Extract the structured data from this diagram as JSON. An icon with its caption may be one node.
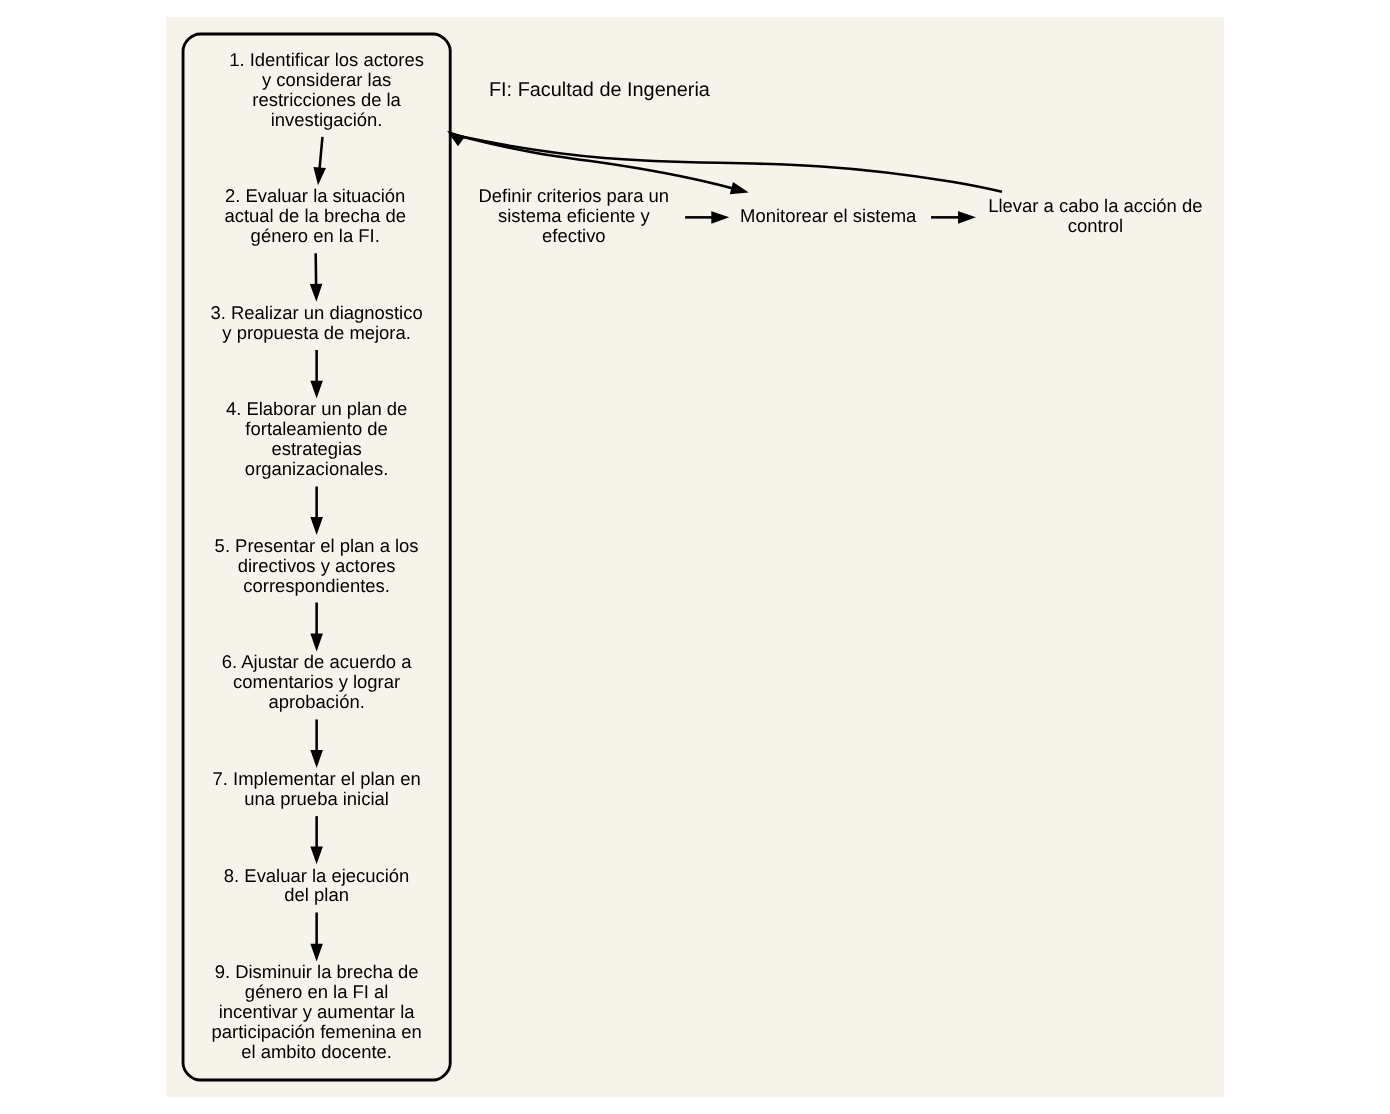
{
  "diagram": {
    "nodes": [
      {
        "text": [],
        "shape": "ellipse"
      },
      {
        "text": [
          "1. Identificar los actores y considerar las restricciones de la investigación."
        ],
        "in": 0
      },
      {
        "text": [
          "2. Evaluar la situación actual de la brecha de género en la FI."
        ],
        "in": 0
      },
      {
        "text": [
          "3. Realizar un diagnostico y propuesta de mejora."
        ],
        "in": 0
      },
      {
        "text": [
          "4. Elaborar un plan de fortaleamiento de estrategias organizacionales."
        ],
        "in": 0
      },
      {
        "text": [
          "5. Presentar el plan a los directivos y actores correspondientes."
        ],
        "in": 0
      },
      {
        "text": [
          "6. Ajustar de acuerdo a comentarios y lograr aprobación."
        ],
        "in": 0
      },
      {
        "text": [
          "7. Implementar el plan en una prueba inicial"
        ],
        "in": 0
      },
      {
        "text": [
          "8. Evaluar la ejecución del plan"
        ],
        "in": 0
      },
      {
        "text": [
          "9. Disminuir la brecha de género en la FI al incentivar y aumentar la participación femenina en el ambito docente."
        ],
        "in": 0
      },
      {
        "text": [
          "Llevar a cabo la acción de control"
        ]
      },
      {
        "text": [
          "Monitorear el sistema"
        ]
      },
      {
        "text": [
          "Definir criterios para un sistema eficiente y efectivo"
        ]
      }
    ],
    "edges": [
      {
        "from": 1,
        "to": 2,
        "arrow": "to"
      },
      {
        "from": 2,
        "to": 3,
        "arrow": "to"
      },
      {
        "from": 3,
        "to": 4,
        "arrow": "to"
      },
      {
        "from": 4,
        "to": 5,
        "arrow": "to"
      },
      {
        "from": 5,
        "to": 6,
        "arrow": "to"
      },
      {
        "from": 6,
        "to": 7,
        "arrow": "to"
      },
      {
        "from": 7,
        "to": 8,
        "arrow": "to"
      },
      {
        "from": 8,
        "to": 9,
        "arrow": "to"
      },
      {
        "from": 0,
        "to": 11,
        "arrow": "to"
      },
      {
        "from": 12,
        "to": 11,
        "arrow": "to"
      },
      {
        "from": 11,
        "to": 10,
        "arrow": "to"
      },
      {
        "from": 10,
        "to": 0,
        "arrow": "to"
      }
    ],
    "labels": [
      "FI: Facultad de Ingeneria"
    ]
  }
}
